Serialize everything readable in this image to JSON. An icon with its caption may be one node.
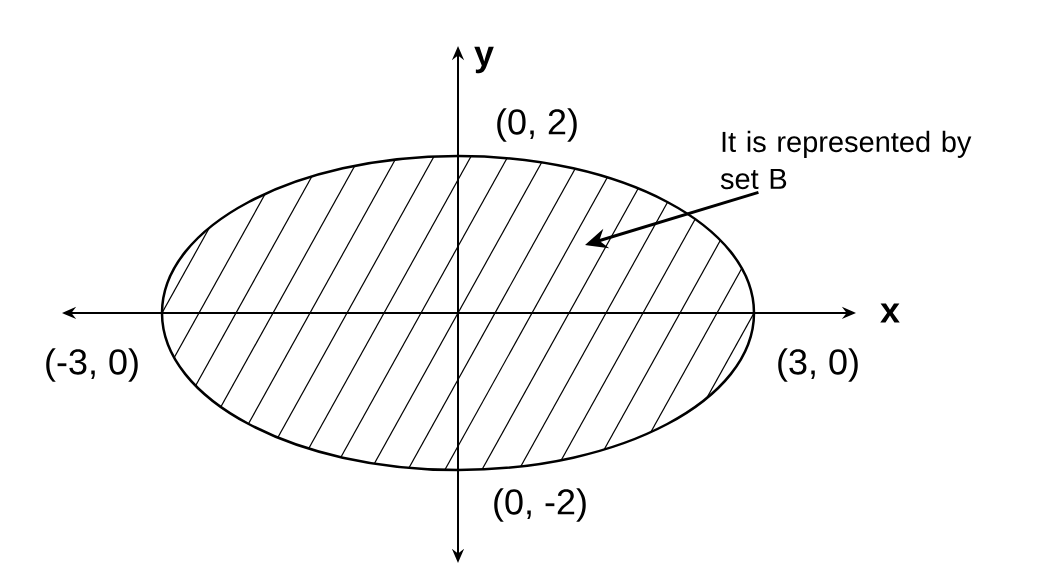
{
  "diagram": {
    "nodes": [
      {
        "text": [],
        "shape": "ellipse"
      },
      {
        "text": [
          "It is represented by set B"
        ]
      }
    ],
    "edges": [
      {
        "from": 1,
        "to": 0,
        "arrow": "to"
      }
    ],
    "labels": [
      "y",
      "(0, 2)",
      "x",
      "(-3, 0)",
      "(3, 0)",
      "(0, -2)"
    ]
  }
}
